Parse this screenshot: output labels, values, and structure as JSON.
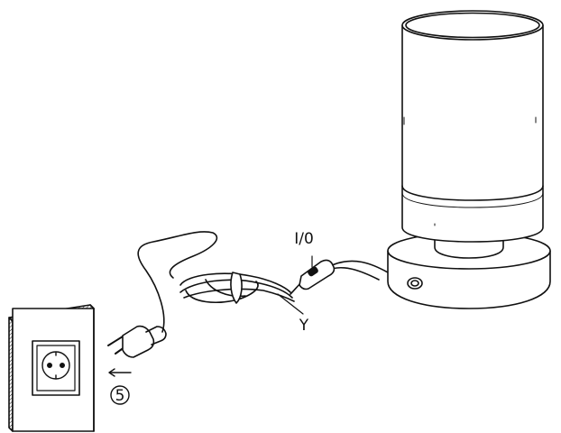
{
  "labels": {
    "switch": "I/0",
    "cable": "Y",
    "step_number": "5"
  },
  "icons": {
    "wall_socket": "schuko-wall-socket-icon",
    "plug": "euro-plug-icon",
    "direction": "arrow-left-icon"
  },
  "colors": {
    "line": "#111111",
    "background": "#ffffff"
  }
}
